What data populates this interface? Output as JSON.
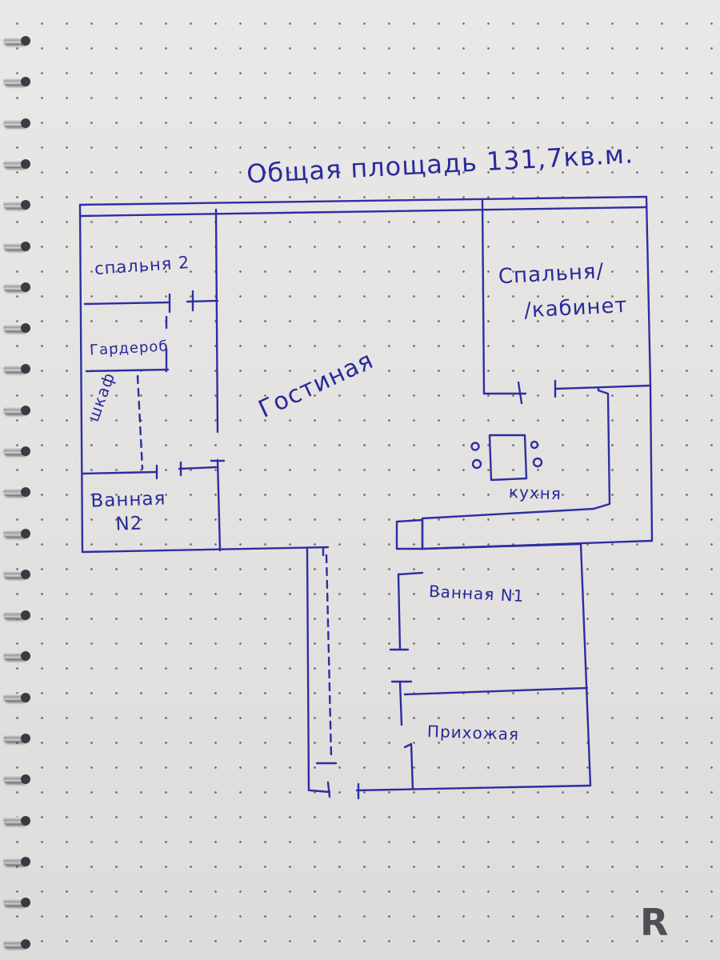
{
  "photo": {
    "subject": "hand-drawn apartment floor plan on dotted spiral notebook paper",
    "paper_color": "#e9e8e6",
    "ink_color": "#2f2fa6",
    "dot_color": "#6f6f72"
  },
  "header": {
    "total_area": "Общая площадь 131,7кв.м."
  },
  "rooms": {
    "bedroom2": "спальня 2",
    "wardrobe": "Гардероб",
    "closet": "шкаф",
    "bath2_line1": "Ванная",
    "bath2_line2": "N2",
    "living": "Гостиная",
    "office_line1": "Спальня/",
    "office_line2": "/кабинет",
    "kitchen": "кухня",
    "bath1": "Ванная N1",
    "hallway": "Прихожая"
  },
  "watermark": {
    "text": "R"
  }
}
